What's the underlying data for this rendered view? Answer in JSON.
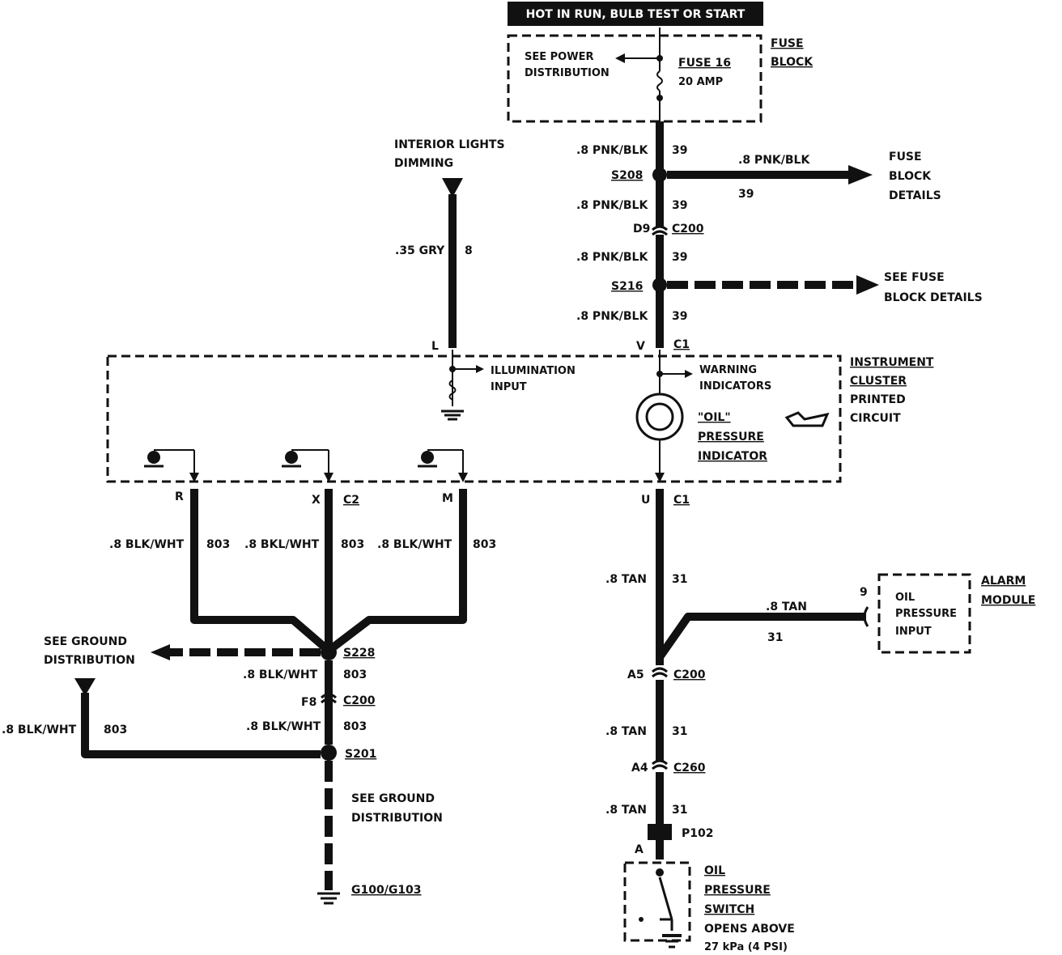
{
  "header": {
    "text": "HOT IN RUN, BULB TEST OR START"
  },
  "fuse_block": {
    "see_power_1": "SEE POWER",
    "see_power_2": "DISTRIBUTION",
    "fuse_name": "FUSE 16",
    "fuse_rating": "20 AMP",
    "label_1": "FUSE",
    "label_2": "BLOCK"
  },
  "top_wire": {
    "w1_color": ".8 PNK/BLK",
    "w1_circuit": "39",
    "s208": "S208",
    "branch1_color": ".8 PNK/BLK",
    "branch1_circuit": "39",
    "branch1_dest_1": "FUSE",
    "branch1_dest_2": "BLOCK",
    "branch1_dest_3": "DETAILS",
    "w2_color": ".8 PNK/BLK",
    "w2_circuit": "39",
    "d9": "D9",
    "c200_top": "C200",
    "w3_color": ".8 PNK/BLK",
    "w3_circuit": "39",
    "s216": "S216",
    "branch2_dest_1": "SEE FUSE",
    "branch2_dest_2": "BLOCK DETAILS",
    "w4_color": ".8 PNK/BLK",
    "w4_circuit": "39",
    "v_pin": "V",
    "c1_top": "C1"
  },
  "dimming": {
    "title_1": "INTERIOR LIGHTS",
    "title_2": "DIMMING",
    "wire_color": ".35 GRY",
    "wire_circuit": "8",
    "l_pin": "L"
  },
  "cluster": {
    "illumination_1": "ILLUMINATION",
    "illumination_2": "INPUT",
    "warning_1": "WARNING",
    "warning_2": "INDICATORS",
    "oil_1": "\"OIL\"",
    "oil_2": "PRESSURE",
    "oil_3": "INDICATOR",
    "label_1": "INSTRUMENT",
    "label_2": "CLUSTER",
    "label_3": "PRINTED",
    "label_4": "CIRCUIT"
  },
  "ground_branches": {
    "r_pin": "R",
    "x_pin": "X",
    "c2": "C2",
    "m_pin": "M",
    "r_color": ".8 BLK/WHT",
    "r_circuit": "803",
    "x_color": ".8 BKL/WHT",
    "x_circuit": "803",
    "m_color": ".8 BLK/WHT",
    "m_circuit": "803",
    "see_ground_1": "SEE GROUND",
    "see_ground_2": "DISTRIBUTION",
    "s228": "S228",
    "w5_color": ".8 BLK/WHT",
    "w5_circuit": "803",
    "f8": "F8",
    "c200": "C200",
    "w6_color": ".8 BLK/WHT",
    "w6_circuit": "803",
    "left_color": ".8 BLK/WHT",
    "left_circuit": "803",
    "s201": "S201",
    "see_ground2_1": "SEE GROUND",
    "see_ground2_2": "DISTRIBUTION",
    "ground": "G100/G103"
  },
  "oil_circuit": {
    "u_pin": "U",
    "c1": "C1",
    "w1_color": ".8 TAN",
    "w1_circuit": "31",
    "branch_color": ".8 TAN",
    "branch_circuit": "31",
    "pin9": "9",
    "alarm_1": "OIL",
    "alarm_2": "PRESSURE",
    "alarm_3": "INPUT",
    "alarm_label_1": "ALARM",
    "alarm_label_2": "MODULE",
    "a5": "A5",
    "c200": "C200",
    "w2_color": ".8 TAN",
    "w2_circuit": "31",
    "a4": "A4",
    "c260": "C260",
    "w3_color": ".8 TAN",
    "w3_circuit": "31",
    "p102": "P102",
    "a_pin": "A",
    "switch_1": "OIL",
    "switch_2": "PRESSURE",
    "switch_3": "SWITCH",
    "switch_4": "OPENS ABOVE",
    "switch_5": "27 kPa (4 PSI)"
  }
}
